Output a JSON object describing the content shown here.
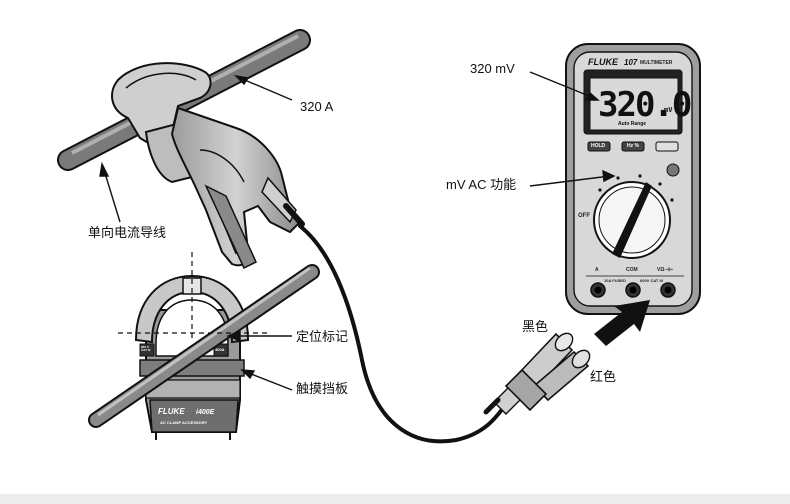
{
  "labels": {
    "current": "320 A",
    "conductor": "单向电流导线",
    "alignment_marks": "定位标记",
    "touch_guard": "触摸挡板",
    "meter_reading": "320 mV",
    "function": "mV AC 功能",
    "black": "黑色",
    "red": "红色"
  },
  "meter": {
    "brand": "FLUKE",
    "model": "107",
    "model_suffix": "MULTIMETER",
    "display": "320.0",
    "display_unit": "mV",
    "auto_range": "Auto Range",
    "btn_hold": "HOLD",
    "btn_hz": "Hz %",
    "off": "OFF",
    "jack_a": "A",
    "jack_com": "COM",
    "jack_v": "VΩ⊣⊢",
    "fuse": "10A FUSED",
    "cat": "600V CAT III"
  },
  "clamp": {
    "brand": "FLUKE",
    "model": "i400E",
    "subtitle": "AC CLAMP ACCESSORY",
    "rating_left": "600 V CAT III",
    "rating_right": "400A"
  },
  "colors": {
    "ink": "#111111",
    "gray_fill": "#bdbdbd",
    "dark_fill": "#6f6f6f",
    "lcd": "#d9d9d9"
  }
}
